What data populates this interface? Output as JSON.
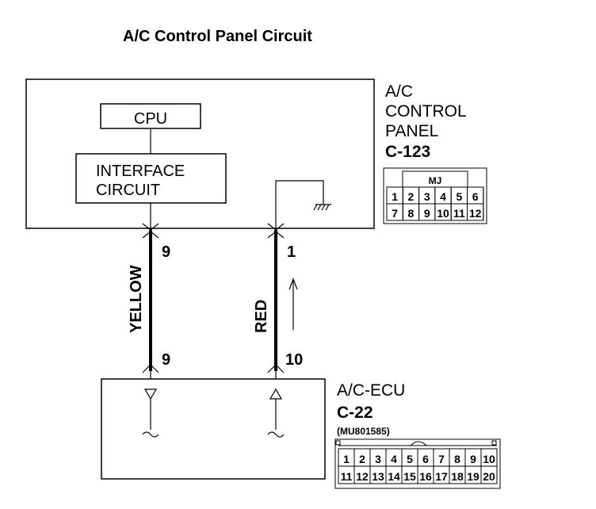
{
  "title": "A/C Control Panel Circuit",
  "control_panel": {
    "label_line1": "A/C",
    "label_line2": "CONTROL",
    "label_line3": "PANEL",
    "connector": "C-123",
    "cpu_label": "CPU",
    "interface_line1": "INTERFACE",
    "interface_line2": "CIRCUIT",
    "connector_header": "MJ",
    "pins_row1": [
      "1",
      "2",
      "3",
      "4",
      "5",
      "6"
    ],
    "pins_row2": [
      "7",
      "8",
      "9",
      "10",
      "11",
      "12"
    ]
  },
  "ecu": {
    "label": "A/C-ECU",
    "connector": "C-22",
    "part_number": "(MU801585)",
    "pins_row1": [
      "1",
      "2",
      "3",
      "4",
      "5",
      "6",
      "7",
      "8",
      "9",
      "10"
    ],
    "pins_row2": [
      "11",
      "12",
      "13",
      "14",
      "15",
      "16",
      "17",
      "18",
      "19",
      "20"
    ]
  },
  "wires": [
    {
      "color": "YELLOW",
      "top_pin": "9",
      "bottom_pin": "9"
    },
    {
      "color": "RED",
      "top_pin": "1",
      "bottom_pin": "10"
    }
  ]
}
